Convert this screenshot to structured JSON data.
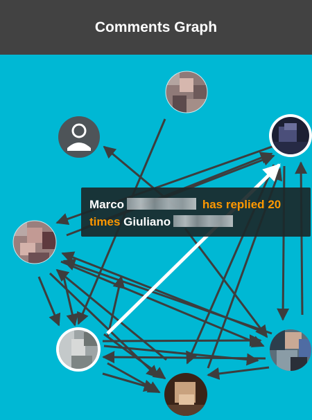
{
  "app_bar": {
    "title": "Comments Graph"
  },
  "tooltip": {
    "source_first_name": "Marco",
    "verb": "has replied",
    "count": "20",
    "unit": "times",
    "target_first_name": "Giuliano"
  },
  "colors": {
    "header": "#424242",
    "canvas": "#00bcd4",
    "edge": "#3d3d3d",
    "highlight_edge": "#ffffff",
    "accent": "#ff9800"
  },
  "nodes": [
    {
      "id": "top",
      "icon": "avatar-photo",
      "selected": false
    },
    {
      "id": "placeholder",
      "icon": "user-placeholder-icon",
      "selected": false
    },
    {
      "id": "right-top",
      "icon": "avatar-photo",
      "selected": true
    },
    {
      "id": "left",
      "icon": "avatar-photo",
      "selected": false
    },
    {
      "id": "bottom-left",
      "icon": "avatar-photo",
      "selected": true
    },
    {
      "id": "bottom",
      "icon": "avatar-photo",
      "selected": false
    },
    {
      "id": "right-bottom",
      "icon": "avatar-photo",
      "selected": false
    }
  ]
}
